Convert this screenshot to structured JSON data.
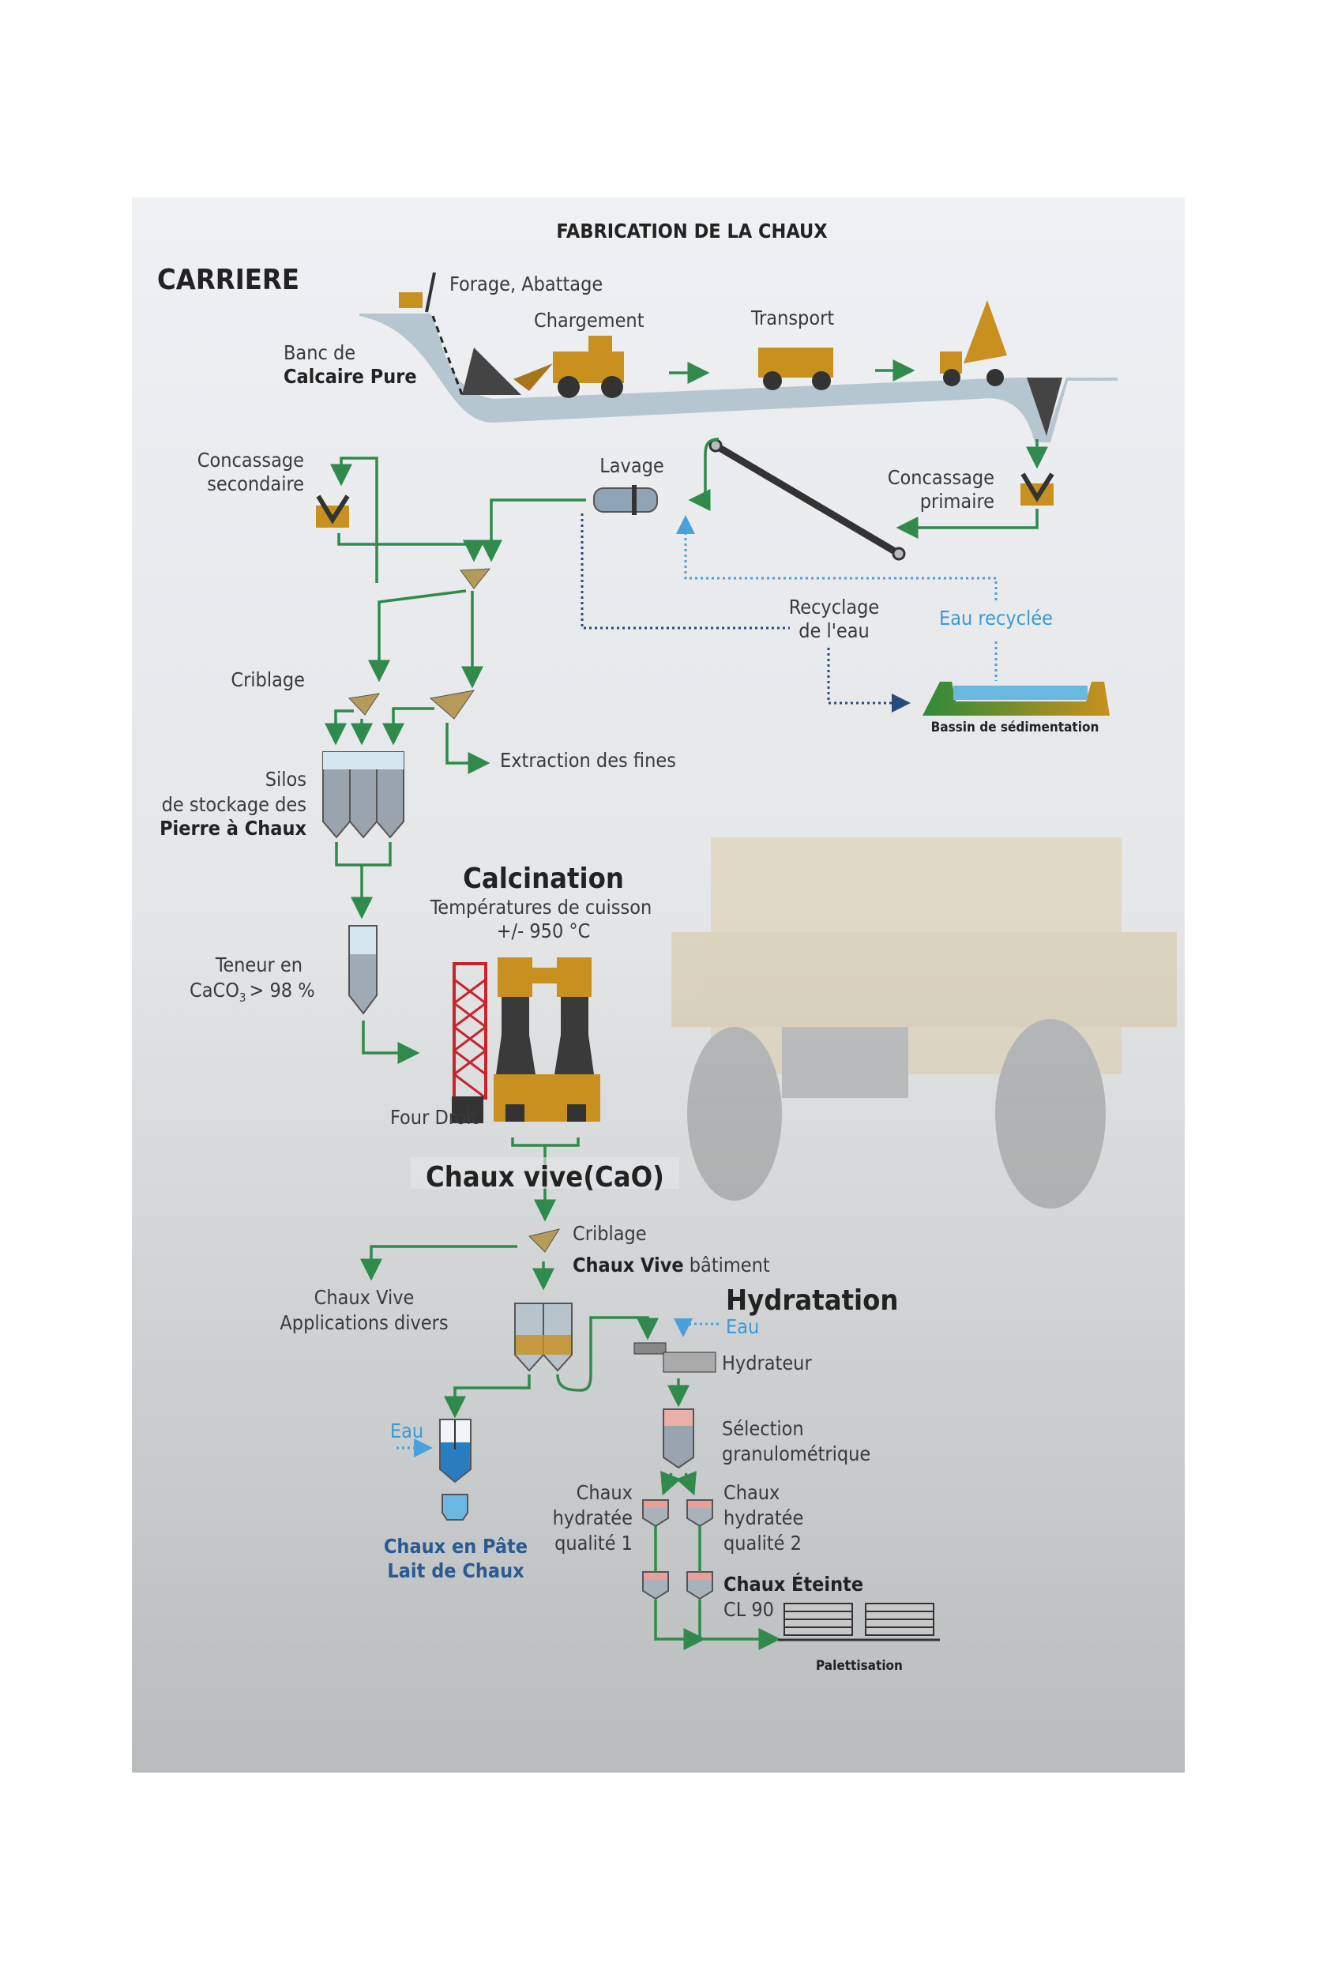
{
  "title": "FABRICATION DE LA CHAUX",
  "carriere": {
    "heading": "CARRIERE",
    "forage": "Forage, Abattage",
    "chargement": "Chargement",
    "transport": "Transport",
    "banc": [
      "Banc de",
      "Calcaire Pure"
    ],
    "concassage_secondaire": [
      "Concassage",
      "secondaire"
    ],
    "lavage": "Lavage",
    "concassage_primaire": [
      "Concassage",
      "primaire"
    ],
    "criblage": "Criblage",
    "recyclage": [
      "Recyclage",
      "de l'eau"
    ],
    "eau_recyclee": "Eau recyclée",
    "bassin": "Bassin de sédimentation",
    "extraction": "Extraction des fines",
    "silos": [
      "Silos",
      "de stockage des",
      "Pierre à Chaux"
    ]
  },
  "calcination": {
    "heading": "Calcination",
    "temp_label": "Températures de cuisson",
    "temp_value": "+/- 950 °C",
    "teneur": [
      "Teneur en",
      "CaCO",
      "3",
      "> 98 %"
    ],
    "four": "Four Droit"
  },
  "chaux_vive": {
    "heading": "Chaux vive(CaO)",
    "criblage": "Criblage",
    "batiment_bold": "Chaux Vive",
    "batiment_rest": " bâtiment",
    "applications": [
      "Chaux Vive",
      "Applications divers"
    ]
  },
  "hydratation": {
    "heading": "Hydratation",
    "eau": "Eau",
    "hydrateur": "Hydrateur",
    "selection": [
      "Sélection",
      "granulométrique"
    ],
    "qualite1": [
      "Chaux",
      "hydratée",
      "qualité 1"
    ],
    "qualite2": [
      "Chaux",
      "hydratée",
      "qualité 2"
    ],
    "eteinte": "Chaux Éteinte",
    "cl90": "CL 90",
    "palettisation": "Palettisation",
    "eau_pate": "Eau",
    "pate": [
      "Chaux en Pâte",
      "Lait de Chaux"
    ]
  },
  "colors": {
    "flow": "#2f8a4c",
    "water": "#4aa0d8",
    "machine": "#c8901e",
    "kiln_crane": "#c8242b"
  }
}
